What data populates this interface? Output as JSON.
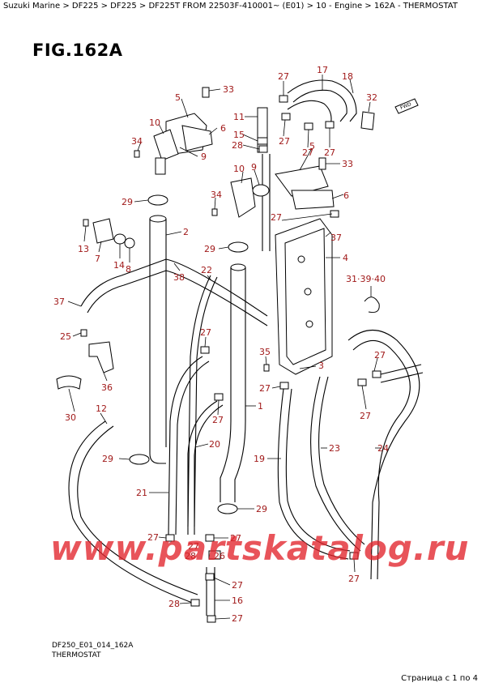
{
  "breadcrumb": "Suzuki Marine > DF225 > DF225 > DF225T FROM 22503F-410001~ (E01) > 10 - Engine > 162A - THERMOSTAT",
  "figure_title": "FIG.162A",
  "fwd_label": "FWD",
  "footer": {
    "code": "DF250_E01_014_162A",
    "name": "THERMOSTAT"
  },
  "page_indicator": "Страница с 1 по 4",
  "watermark": "www.partskatalog.ru",
  "callouts": {
    "c33a": "33",
    "c5a": "5",
    "c6a": "6",
    "c10a": "10",
    "c34a": "34",
    "c9a": "9",
    "c29a": "29",
    "c27a": "27",
    "c17": "17",
    "c18": "18",
    "c32": "32",
    "c11": "11",
    "c15": "15",
    "c28a": "28",
    "c27b": "27",
    "c27c": "27",
    "c27d": "27",
    "c5b": "5",
    "c33b": "33",
    "c10b": "10",
    "c9b": "9",
    "c34b": "34",
    "c6b": "6",
    "c27e": "27",
    "c2": "2",
    "c13": "13",
    "c7": "7",
    "c14": "14",
    "c8": "8",
    "c29b": "29",
    "c37a": "37",
    "c4": "4",
    "c38": "38",
    "c22": "22",
    "c313940": "31·39·40",
    "c37b": "37",
    "c25": "25",
    "c27f": "27",
    "c35": "35",
    "c3": "3",
    "c27g": "27",
    "c36": "36",
    "c27h": "27",
    "c1": "1",
    "c27i": "27",
    "c12": "12",
    "c30": "30",
    "c27j": "27",
    "c20": "20",
    "c23": "23",
    "c24": "24",
    "c29c": "29",
    "c19": "19",
    "c21": "21",
    "c29d": "29",
    "c27k": "27",
    "c27l": "27",
    "c27m": "27",
    "c28b": "28",
    "c27n": "27",
    "c26": "26",
    "c27o": "27",
    "c28c": "28",
    "c16": "16",
    "c27p": "27"
  }
}
